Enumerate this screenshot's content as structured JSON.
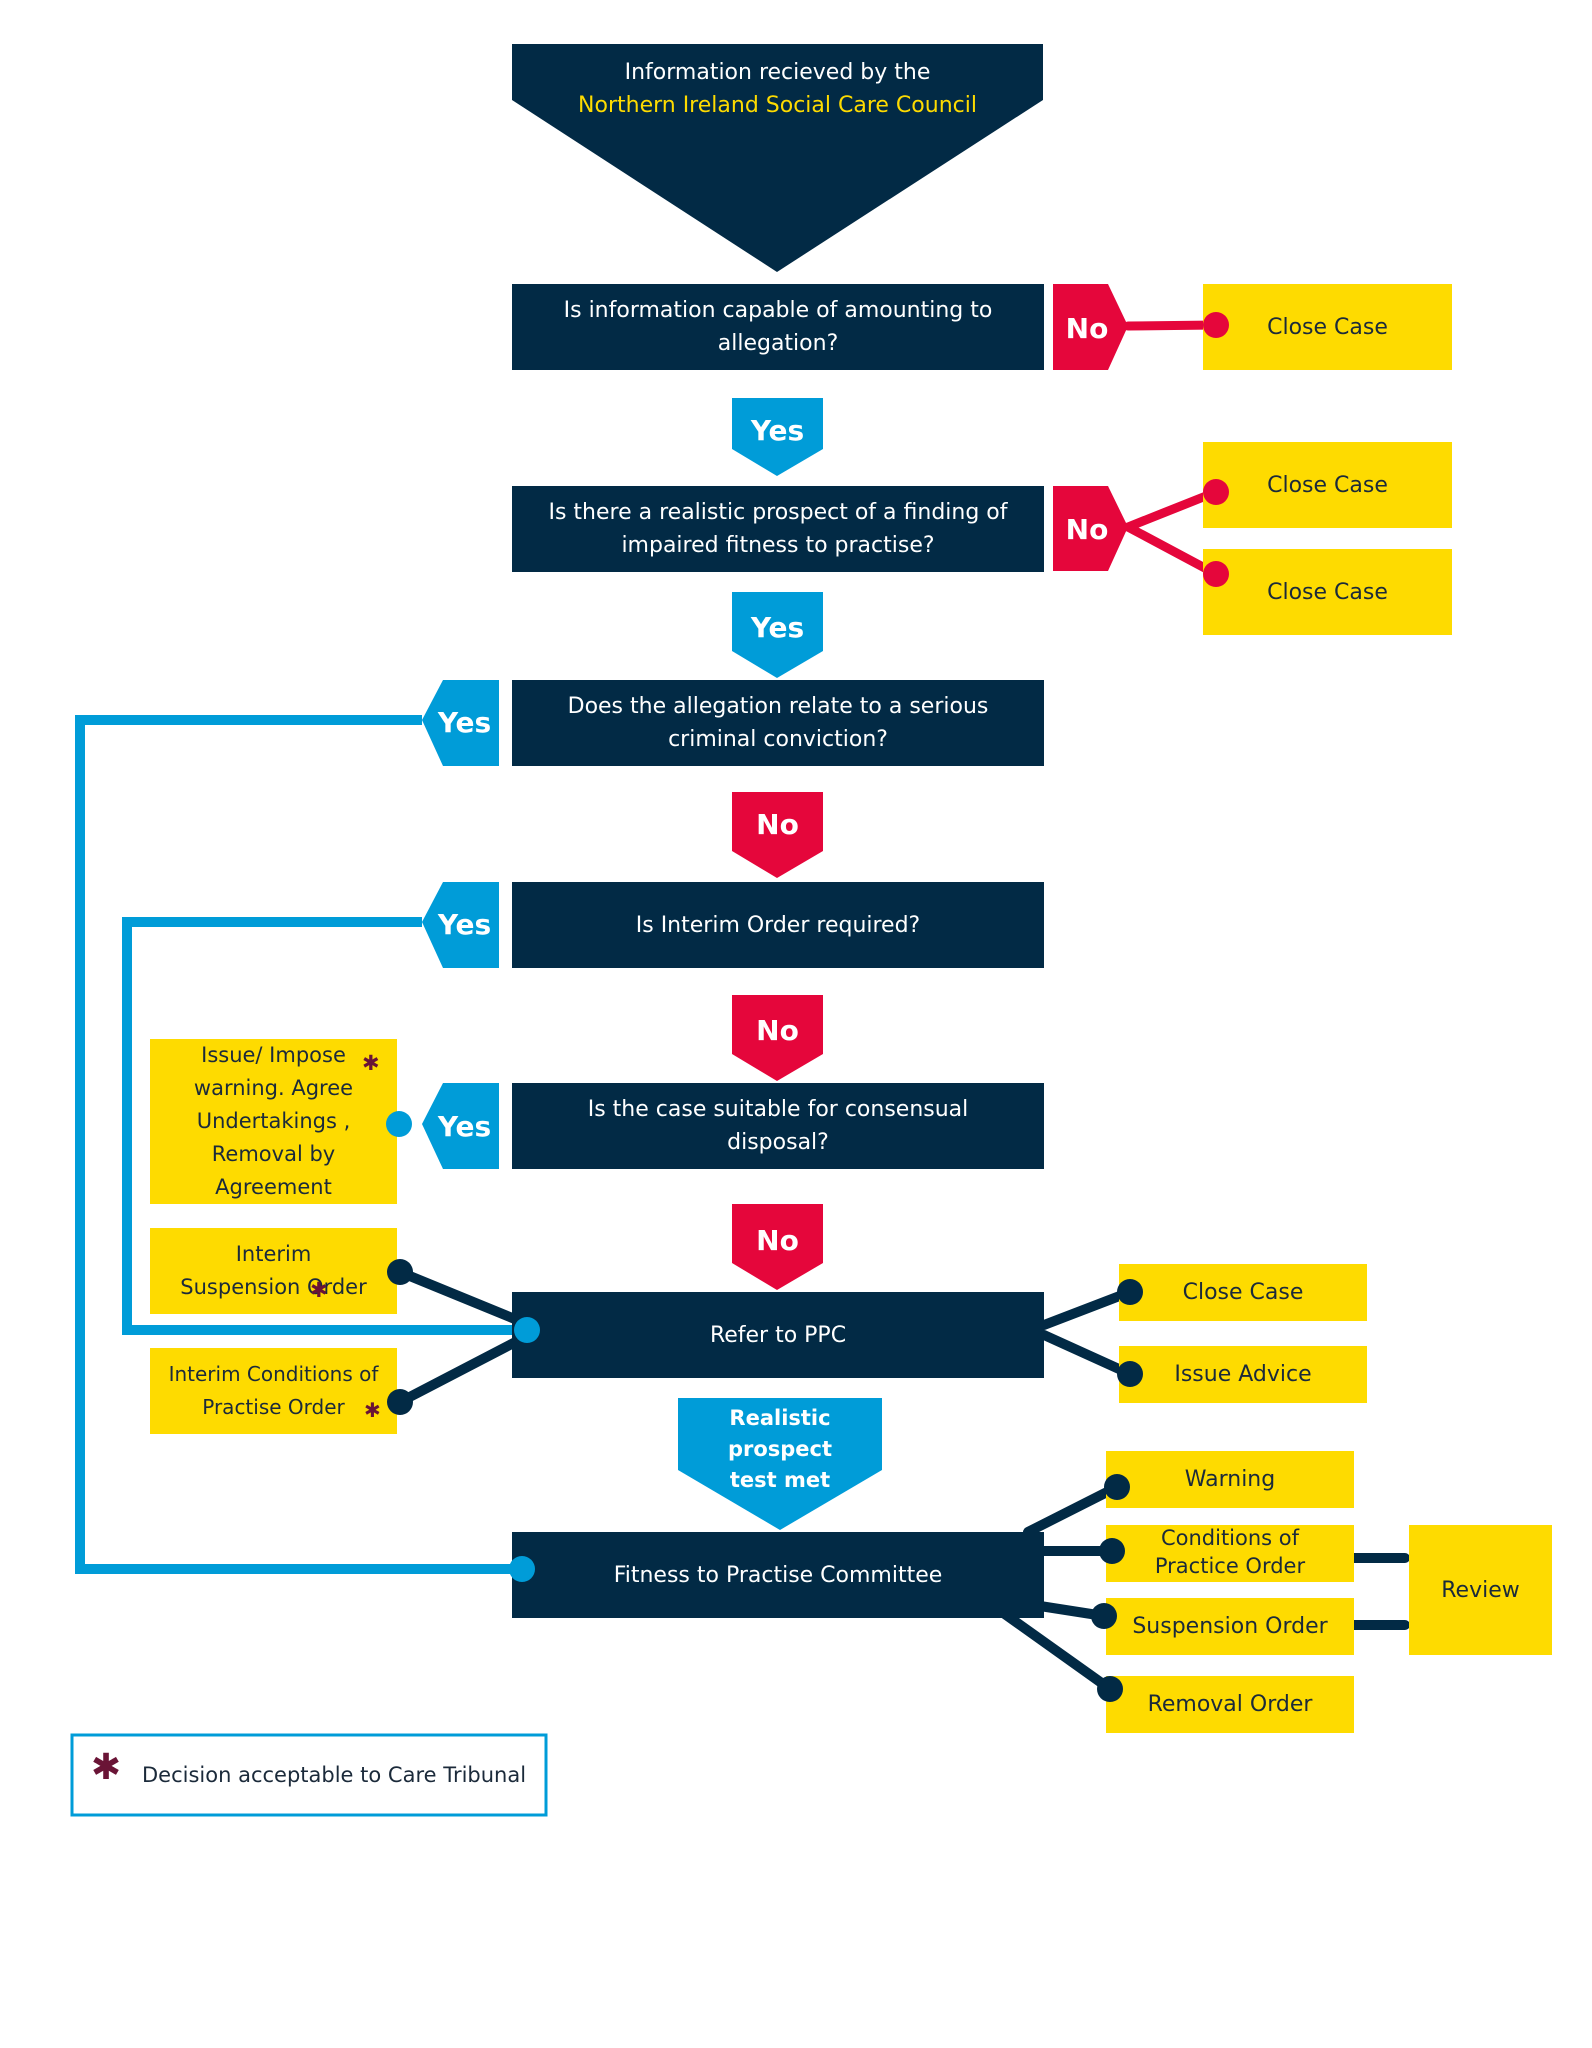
{
  "colors": {
    "navy": "#022a45",
    "yellow": "#fedb00",
    "blue": "#009cd8",
    "red": "#e5063b",
    "purple": "#6a1436"
  },
  "start": {
    "line1": "Information recieved by the",
    "line2": "Northern Ireland Social Care Council"
  },
  "questions": {
    "q1": "Is information capable of amounting to allegation?",
    "q2": "Is there a realistic prospect of a finding of impaired fitness to practise?",
    "q3": "Does the allegation relate to a serious criminal conviction?",
    "q4": "Is Interim Order required?",
    "q5": "Is the case suitable for consensual disposal?",
    "ppc": "Refer to PPC",
    "committee": "Fitness to Practise Committee"
  },
  "labels": {
    "yes": "Yes",
    "no": "No",
    "realistic": "Realistic prospect test met"
  },
  "outcomes": {
    "close_case": "Close Case",
    "consensual_text": "Issue/ Impose warning. Agree Undertakings , Removal by Agreement",
    "interim_suspension": "Interim Suspension Order",
    "interim_conditions": "Interim Conditions of Practise Order",
    "issue_advice": "Issue Advice",
    "warning": "Warning",
    "conditions_order": "Conditions of Practice Order",
    "suspension_order": "Suspension Order",
    "removal_order": "Removal Order",
    "review": "Review"
  },
  "legend": {
    "symbol": "✱",
    "text": "Decision acceptable to Care Tribunal"
  }
}
